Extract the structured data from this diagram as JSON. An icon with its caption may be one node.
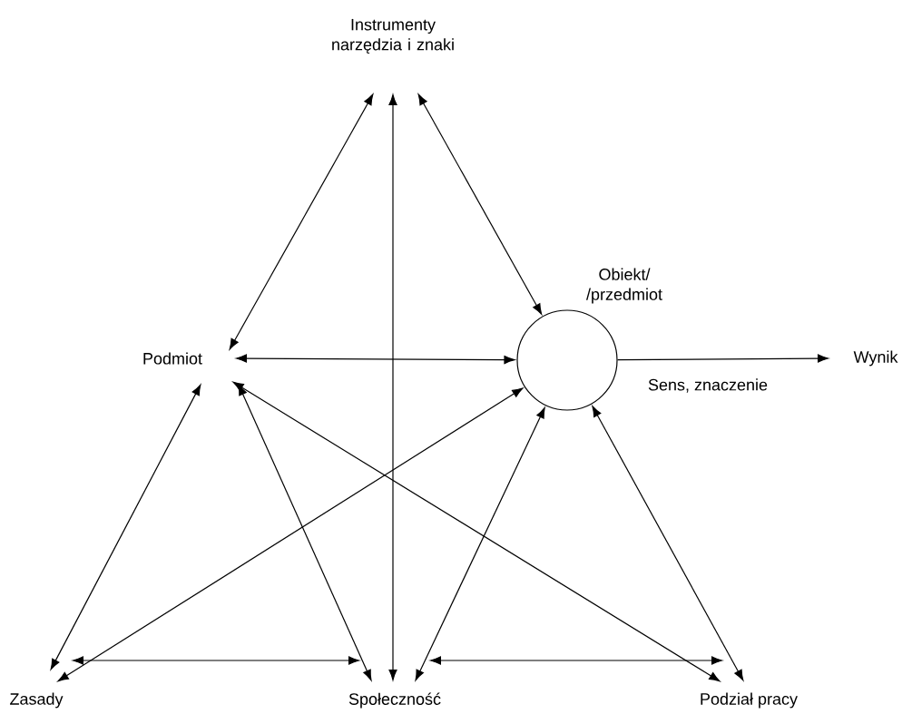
{
  "diagram": {
    "nodes": [
      {
        "text": [
          "Instrumenty narzędzia i znaki"
        ]
      },
      {
        "text": [
          "Podmiot"
        ]
      },
      {
        "text": [
          "Obiekt/ /przedmiot"
        ]
      },
      {
        "text": [
          "Wynik"
        ]
      },
      {
        "text": [
          "Zasady"
        ]
      },
      {
        "text": [
          "Społeczność"
        ]
      },
      {
        "text": [
          "Podział pracy"
        ]
      }
    ],
    "edges": [
      {
        "from": 0,
        "to": 1,
        "arrow": "both"
      },
      {
        "from": 0,
        "to": 5,
        "arrow": "both"
      },
      {
        "from": 0,
        "to": 2,
        "arrow": "both"
      },
      {
        "from": 1,
        "to": 2,
        "arrow": "both"
      },
      {
        "from": 1,
        "to": 4,
        "arrow": "both"
      },
      {
        "from": 1,
        "to": 5,
        "arrow": "both"
      },
      {
        "from": 1,
        "to": 6,
        "arrow": "both"
      },
      {
        "from": 2,
        "to": 4,
        "arrow": "both"
      },
      {
        "from": 2,
        "to": 5,
        "arrow": "both"
      },
      {
        "from": 2,
        "to": 6,
        "arrow": "both"
      },
      {
        "from": 4,
        "to": 5,
        "arrow": "both"
      },
      {
        "from": 5,
        "to": 6,
        "arrow": "both"
      },
      {
        "from": 2,
        "to": 3,
        "arrow": "to",
        "label": "Sens, znaczenie"
      }
    ]
  }
}
